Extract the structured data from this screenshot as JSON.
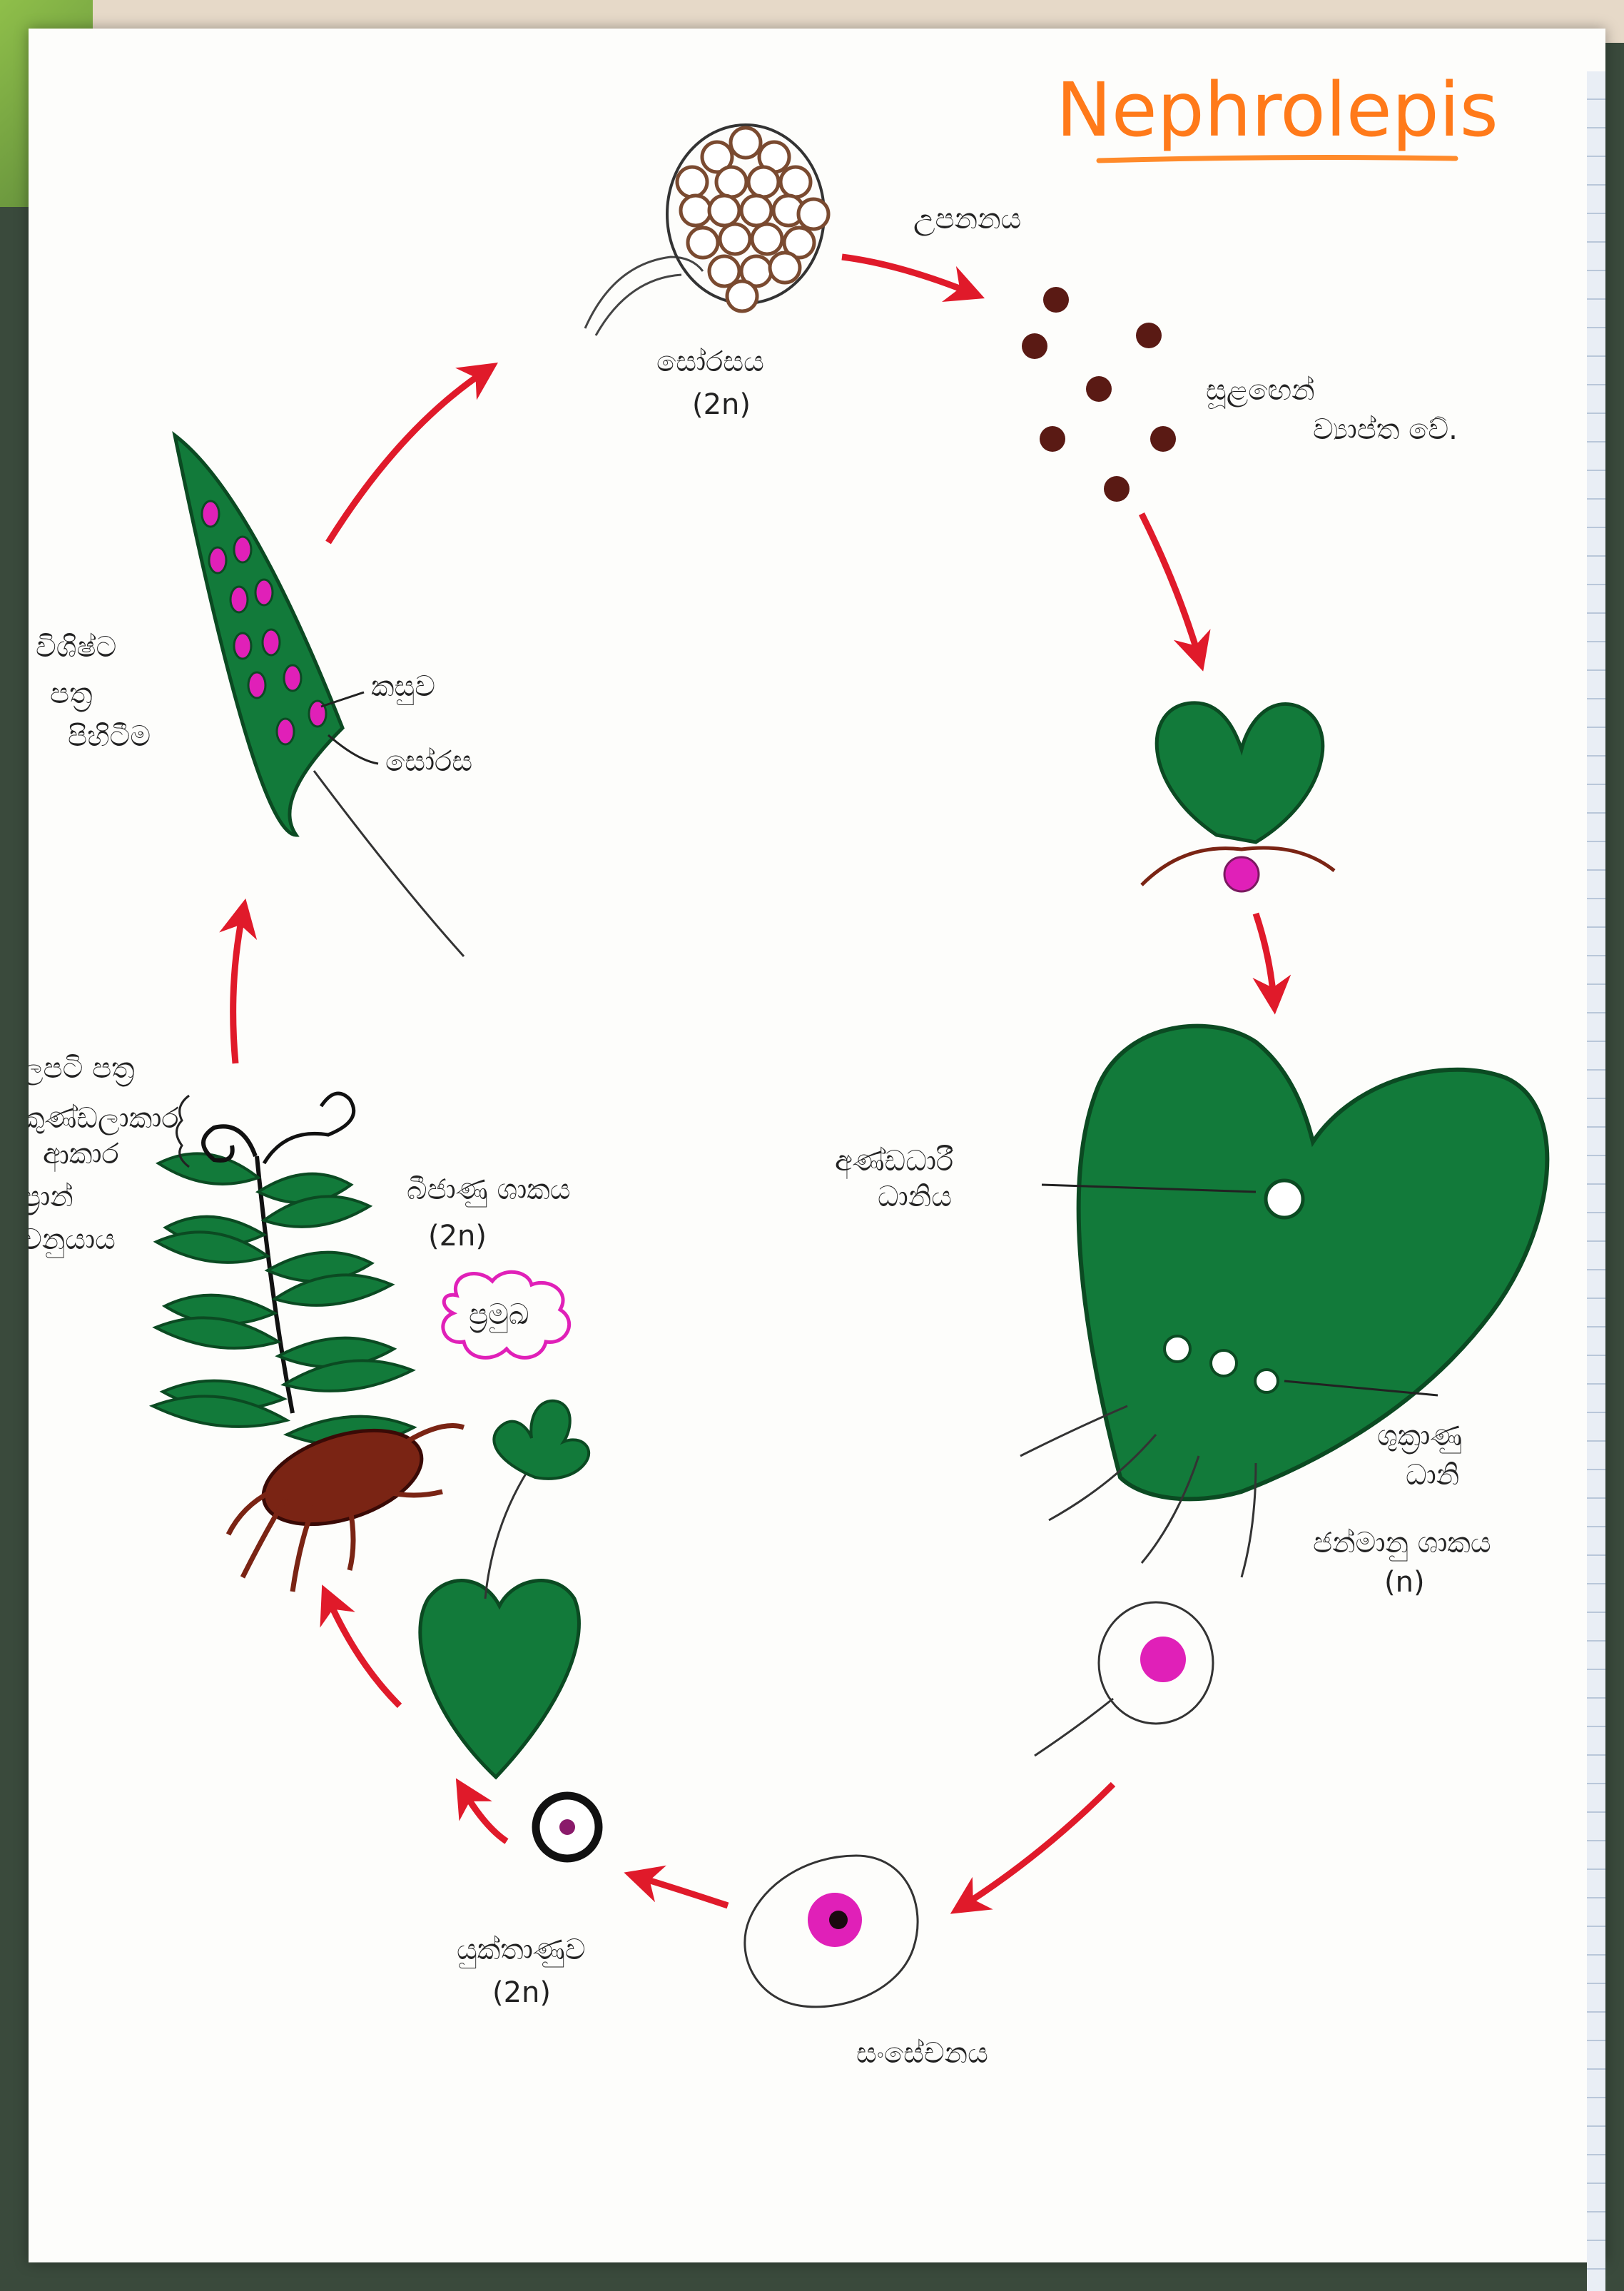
{
  "title": "Nephrolepis",
  "labels": {
    "sorus_name": "සෝරසය",
    "sorus_ploidy": "(2n)",
    "dehiscence": "උපනනය",
    "spores_line1": "සූළඟෙන්",
    "spores_line2": "ව්‍යාප්ත වේ.",
    "archegonium_line1": "අණ්ඩධාරී",
    "archegonium_line2": "ධානිය",
    "antheridia_line1": "ශුක්‍රාණු",
    "antheridia_line2": "ධානි",
    "gametophyte_line1": "ජන්මානු ශාකය",
    "gametophyte_ploidy": "(n)",
    "fertilization": "සංසේචනය",
    "zygote_line1": "යුක්තාණුව",
    "zygote_ploidy": "(2n)",
    "sporophyte_line1": "බීජාණු ශාකය",
    "sporophyte_ploidy": "(2n)",
    "sporophyte_dominant": "ප්‍රමුඛ",
    "frond_line1": "ලපටි පත්‍ර",
    "frond_line2": "කුණ්ඩලාකාර",
    "frond_line3": "ආකාර",
    "frond_line4": "ප්‍රාන්",
    "frond_line5": "වනුයාය",
    "pinna_line1": "විශිෂ්ට",
    "pinna_line2": "පත්‍ර",
    "pinna_line3": "පිහිටීම",
    "indusium": "කසුව",
    "sori": "සෝරස"
  },
  "colors": {
    "title": "#ff7a1a",
    "title_underline": "#ff8a2a",
    "leaf_green": "#127a3a",
    "leaf_outline": "#0b4a22",
    "magenta": "#e020b8",
    "spore_brown": "#5a1a14",
    "rhizome_brown": "#7a2414",
    "arrow_red": "#e01a2a",
    "ink": "#222222"
  }
}
